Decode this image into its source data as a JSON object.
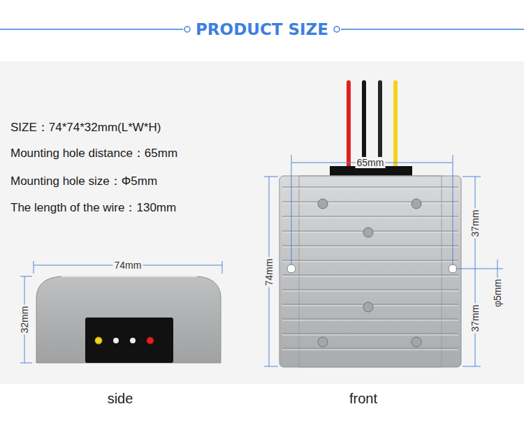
{
  "diagram": {
    "title": "PRODUCT SIZE",
    "labels": [
      "SIZE：74*74*32mm(L*W*H)",
      "Mounting hole distance：65mm",
      "Mounting hole size：Φ5mm",
      "The length of the wire：130mm",
      "74mm",
      "32mm",
      "side",
      "65mm",
      "74mm",
      "37mm",
      "φ5mm",
      "37mm",
      "front"
    ]
  }
}
